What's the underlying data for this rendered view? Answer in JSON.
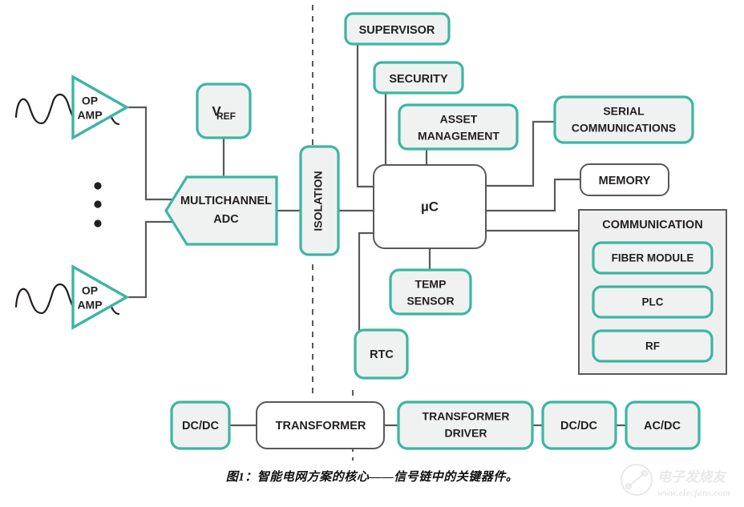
{
  "figure": {
    "caption": "图1：智能电网方案的核心——信号链中的关键器件。"
  },
  "colors": {
    "accent_teal": "#3cb6a0",
    "accent_teal_dark": "#2aa38d",
    "block_fill": "#f0f1f1",
    "plain_stroke": "#58595b",
    "line_stroke": "#58595b",
    "text": "#231f20",
    "panel_fill": "#efefef",
    "white": "#ffffff"
  },
  "signal_chain": {
    "op_amp_top": {
      "label_line1": "OP",
      "label_line2": "AMP"
    },
    "op_amp_bottom": {
      "label_line1": "OP",
      "label_line2": "AMP"
    },
    "ellipsis_dots": 3,
    "vref": {
      "label_main": "V",
      "label_sub": "REF"
    },
    "adc": {
      "label_line1": "MULTICHANNEL",
      "label_line2": "ADC"
    },
    "isolation": {
      "label": "ISOLATION"
    }
  },
  "controller": {
    "mcu": {
      "label": "µC"
    },
    "supervisor": {
      "label": "SUPERVISOR"
    },
    "security": {
      "label": "SECURITY"
    },
    "asset_management": {
      "label_line1": "ASSET",
      "label_line2": "MANAGEMENT"
    },
    "temp_sensor": {
      "label_line1": "TEMP",
      "label_line2": "SENSOR"
    },
    "rtc": {
      "label": "RTC"
    }
  },
  "peripherals": {
    "serial_communications": {
      "label_line1": "SERIAL",
      "label_line2": "COMMUNICATIONS"
    },
    "memory": {
      "label": "MEMORY"
    },
    "communication_panel": {
      "title": "COMMUNICATION",
      "modules": [
        {
          "label": "FIBER MODULE"
        },
        {
          "label": "PLC"
        },
        {
          "label": "RF"
        }
      ]
    }
  },
  "power_chain": {
    "blocks": [
      {
        "label": "DC/DC",
        "style": "teal"
      },
      {
        "label": "TRANSFORMER",
        "style": "plain"
      },
      {
        "label_line1": "TRANSFORMER",
        "label_line2": "DRIVER",
        "style": "teal"
      },
      {
        "label": "DC/DC",
        "style": "teal"
      },
      {
        "label": "AC/DC",
        "style": "teal"
      }
    ]
  },
  "watermark": {
    "brand": "电子发烧友",
    "url": "www.elecfans.com"
  }
}
